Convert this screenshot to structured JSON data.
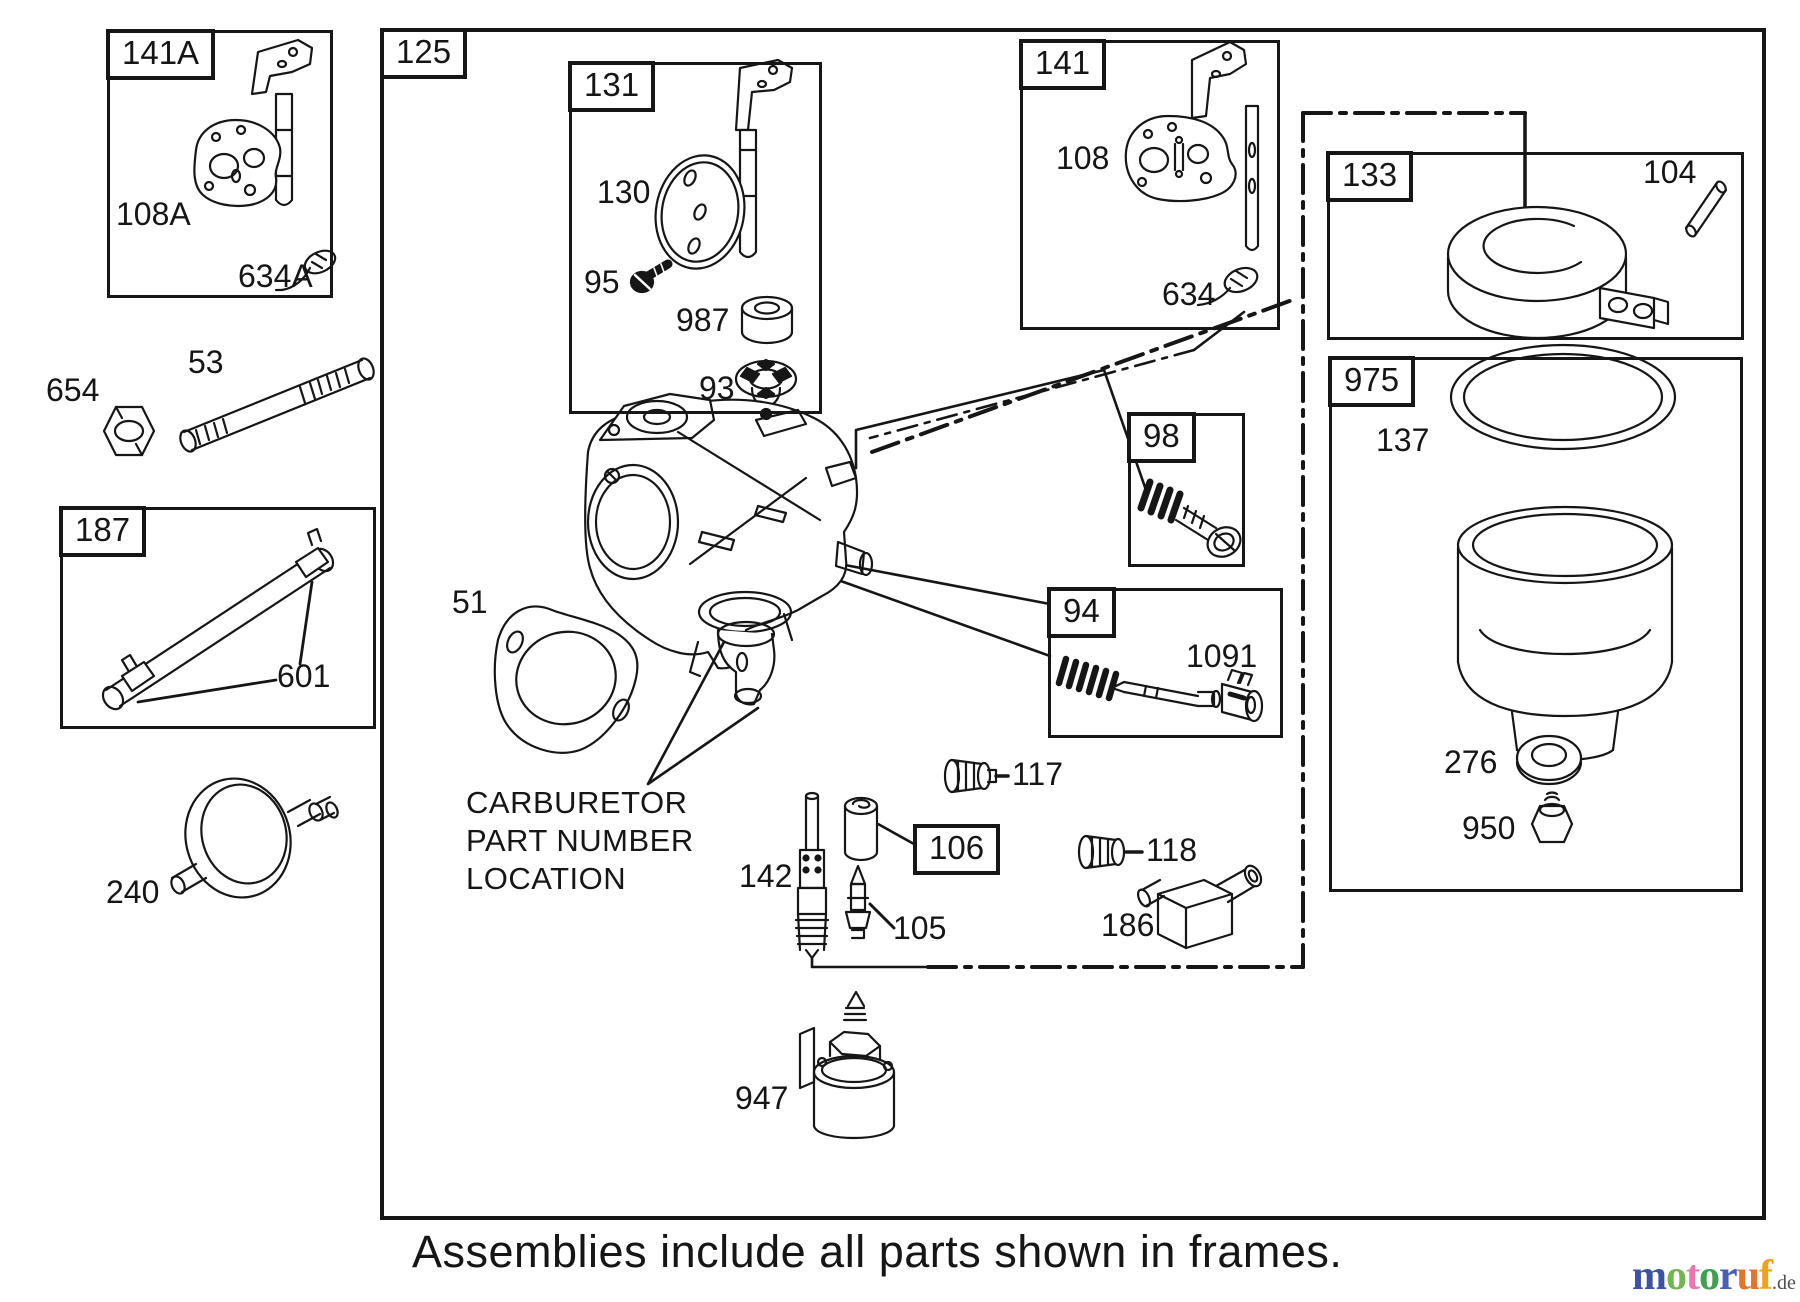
{
  "colors": {
    "ink": "#161616",
    "background": "#ffffff"
  },
  "frames": {
    "125": "125",
    "141A": "141A",
    "131": "131",
    "141": "141",
    "133": "133",
    "975": "975",
    "98": "98",
    "94": "94",
    "187": "187",
    "106": "106"
  },
  "labels": {
    "108A": "108A",
    "634A": "634A",
    "654": "654",
    "53": "53",
    "601": "601",
    "240": "240",
    "130": "130",
    "95": "95",
    "987": "987",
    "93": "93",
    "51": "51",
    "108": "108",
    "634": "634",
    "104": "104",
    "137": "137",
    "276": "276",
    "950": "950",
    "1091": "1091",
    "117": "117",
    "142": "142",
    "105": "105",
    "118": "118",
    "186": "186",
    "947": "947"
  },
  "note": {
    "lines": [
      "CARBURETOR",
      "PART NUMBER",
      "LOCATION"
    ]
  },
  "caption": {
    "text": "Assemblies include all parts shown in frames."
  },
  "logo": {
    "letters": [
      {
        "ch": "m",
        "color": "#3b53a4"
      },
      {
        "ch": "o",
        "color": "#74b74e"
      },
      {
        "ch": "t",
        "color": "#e878ae"
      },
      {
        "ch": "o",
        "color": "#3fa14d"
      },
      {
        "ch": "r",
        "color": "#4a5fb2"
      },
      {
        "ch": "u",
        "color": "#e4732c"
      },
      {
        "ch": "f",
        "color": "#f0a21f"
      }
    ],
    "suffix": ".de",
    "suffix_color": "#4f4f4f"
  }
}
